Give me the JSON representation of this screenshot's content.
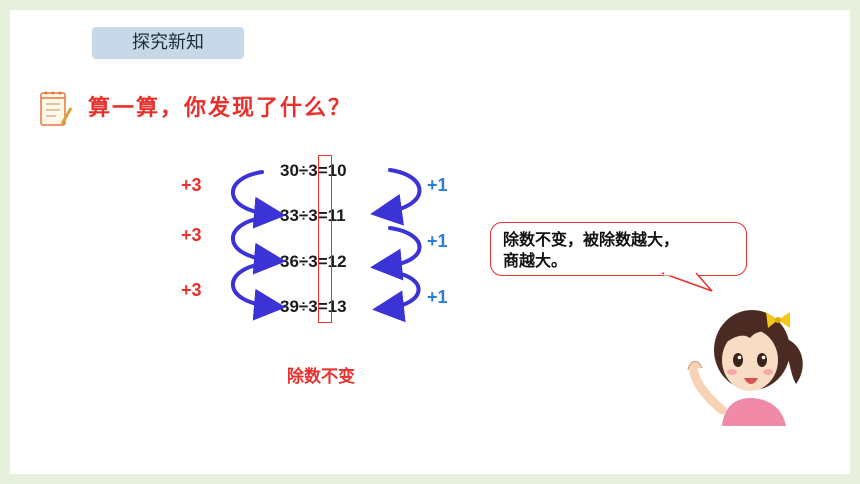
{
  "section_tag": "探究新知",
  "heading": "算一算，你发现了什么？",
  "equations": [
    "30÷3=10",
    "33÷3=11",
    "36÷3=12",
    "39÷3=13"
  ],
  "left_labels": [
    "+3",
    "+3",
    "+3"
  ],
  "right_labels": [
    "+1",
    "+1",
    "+1"
  ],
  "divisor_caption": "除数不变",
  "speech_bubble": {
    "line1": "除数不变，被除数越大，",
    "line2": "商越大。"
  },
  "colors": {
    "accent_red": "#e8302c",
    "arrow_blue": "#3b33d6",
    "label_blue": "#2a7fd4",
    "tag_bg": "#c7d8e8",
    "frame_bg": "#e7f0dc"
  }
}
